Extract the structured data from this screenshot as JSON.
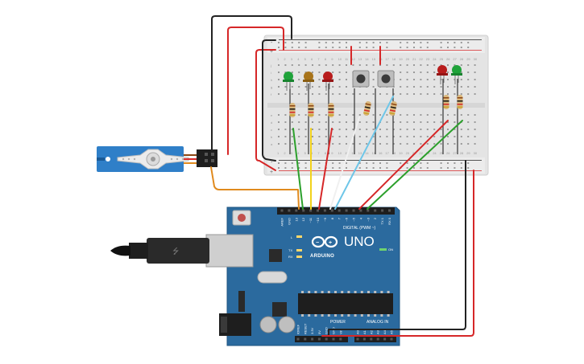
{
  "board": {
    "model": "UNO",
    "brand": "ARDUINO",
    "digital_header": "DIGITAL (PWM ~)",
    "power_label": "POWER",
    "analog_label": "ANALOG IN",
    "on_label": "ON",
    "led_labels": [
      "L",
      "TX",
      "RX"
    ],
    "top_pin_labels": [
      "AREF",
      "GND",
      "13",
      "12",
      "~11",
      "~10",
      "~9",
      "8",
      "7",
      "~6",
      "~5",
      "4",
      "~3",
      "2",
      "TX 1",
      "RX 0"
    ],
    "power_pin_labels": [
      "IOREF",
      "RESET",
      "3.3V",
      "5V",
      "GND",
      "GND",
      "Vin"
    ],
    "analog_pin_labels": [
      "A0",
      "A1",
      "A2",
      "A3",
      "A4",
      "A5"
    ],
    "body_color": "#2b6a9e"
  },
  "breadboard": {
    "rail_plus": "+",
    "rail_minus": "-",
    "column_numbers": [
      "1",
      "2",
      "3",
      "4",
      "5",
      "6",
      "7",
      "8",
      "9",
      "10",
      "11",
      "12",
      "13",
      "14",
      "15",
      "16",
      "17",
      "18",
      "19",
      "20",
      "21",
      "22",
      "23",
      "24",
      "25",
      "26",
      "27",
      "28",
      "29",
      "30"
    ],
    "row_letters_top": [
      "j",
      "i",
      "h",
      "g",
      "f"
    ],
    "row_letters_bottom": [
      "e",
      "d",
      "c",
      "b",
      "a"
    ]
  },
  "components": {
    "leds": [
      {
        "id": "led-green-1",
        "color": "#1fa33a"
      },
      {
        "id": "led-yellow",
        "color": "#a8741a"
      },
      {
        "id": "led-red-1",
        "color": "#b81c1c"
      },
      {
        "id": "led-red-2",
        "color": "#b81c1c"
      },
      {
        "id": "led-green-2",
        "color": "#1fa33a"
      }
    ],
    "buttons": [
      {
        "id": "pushbutton-1"
      },
      {
        "id": "pushbutton-2"
      }
    ],
    "resistor_count": 7,
    "servo": {
      "color": "#2f7fc8"
    }
  },
  "wire_colors": {
    "black": "#222222",
    "red": "#d62728",
    "orange": "#e08a1e",
    "green": "#2ca02c",
    "yellow": "#f2d21b",
    "white": "#f0f0f0",
    "lightblue": "#6ec6e8"
  }
}
